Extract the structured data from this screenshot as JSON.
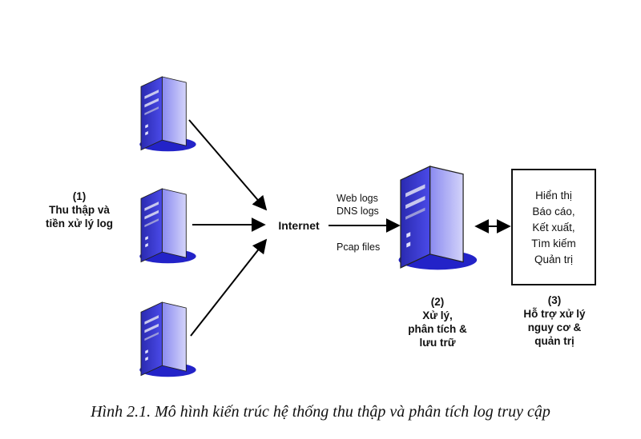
{
  "group1": {
    "num": "(1)",
    "line1": "Thu thập và",
    "line2": "tiền xử lý log"
  },
  "internet": "Internet",
  "feeds": {
    "web": "Web logs",
    "dns": "DNS logs",
    "pcap": "Pcap files"
  },
  "group2": {
    "num": "(2)",
    "line1": "Xử lý,",
    "line2": "phân tích &",
    "line3": "lưu trữ"
  },
  "group3": {
    "num": "(3)",
    "line1": "Hỗ trợ xử lý",
    "line2": "nguy cơ &",
    "line3": "quản trị"
  },
  "box_items": [
    "Hiển thị",
    "Báo cáo,",
    "Kết xuất,",
    "Tìm kiếm",
    "Quản trị"
  ],
  "caption": "Hình 2.1. Mô hình kiến trúc hệ thống thu thập và phân tích log truy cập",
  "icons": [
    "server-icon"
  ],
  "colors": {
    "server_blue": "#3a3ad6",
    "arrow": "#000000"
  }
}
